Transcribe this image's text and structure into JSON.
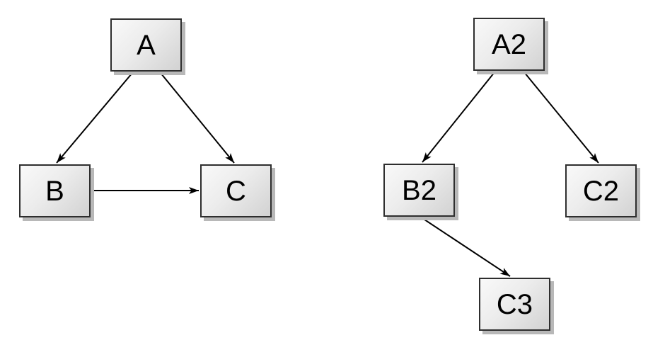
{
  "page": {
    "background": "#ffffff"
  },
  "diagram": {
    "style": {
      "node_fill_light": "#f9f9f9",
      "node_fill_dark": "#d2d2d2",
      "node_border": "#2e2e2e",
      "node_shadow": "#b8b8b8",
      "edge_color": "#000000",
      "label_color": "#000000"
    },
    "graphs": [
      {
        "name": "left-graph",
        "nodes": [
          {
            "id": "A",
            "label": "A"
          },
          {
            "id": "B",
            "label": "B"
          },
          {
            "id": "C",
            "label": "C"
          }
        ],
        "edges": [
          {
            "from": "A",
            "to": "B"
          },
          {
            "from": "A",
            "to": "C"
          },
          {
            "from": "B",
            "to": "C"
          }
        ]
      },
      {
        "name": "right-graph",
        "nodes": [
          {
            "id": "A2",
            "label": "A2"
          },
          {
            "id": "B2",
            "label": "B2"
          },
          {
            "id": "C2",
            "label": "C2"
          },
          {
            "id": "C3",
            "label": "C3"
          }
        ],
        "edges": [
          {
            "from": "A2",
            "to": "B2"
          },
          {
            "from": "A2",
            "to": "C2"
          },
          {
            "from": "B2",
            "to": "C3"
          }
        ]
      }
    ]
  }
}
